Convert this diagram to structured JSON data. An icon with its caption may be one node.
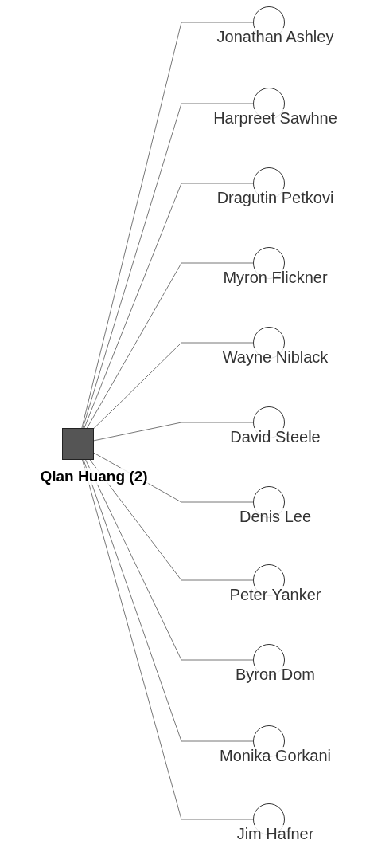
{
  "diagram": {
    "nodes": [
      {
        "text": [
          "Qian Huang (2)"
        ]
      },
      {
        "text": [
          "Jonathan Ashley"
        ]
      },
      {
        "text": [
          "Harpreet Sawhne"
        ]
      },
      {
        "text": [
          "Dragutin Petkovi"
        ]
      },
      {
        "text": [
          "Myron Flickner"
        ]
      },
      {
        "text": [
          "Wayne Niblack"
        ]
      },
      {
        "text": [
          "David Steele"
        ]
      },
      {
        "text": [
          "Denis Lee"
        ]
      },
      {
        "text": [
          "Peter Yanker"
        ]
      },
      {
        "text": [
          "Byron Dom"
        ]
      },
      {
        "text": [
          "Monika Gorkani"
        ]
      },
      {
        "text": [
          "Jim Hafner"
        ]
      }
    ],
    "edges": [
      {
        "from": 0,
        "to": 1,
        "arrow": "none"
      },
      {
        "from": 0,
        "to": 2,
        "arrow": "none"
      },
      {
        "from": 0,
        "to": 3,
        "arrow": "none"
      },
      {
        "from": 0,
        "to": 4,
        "arrow": "none"
      },
      {
        "from": 0,
        "to": 5,
        "arrow": "none"
      },
      {
        "from": 0,
        "to": 6,
        "arrow": "none"
      },
      {
        "from": 0,
        "to": 7,
        "arrow": "none"
      },
      {
        "from": 0,
        "to": 8,
        "arrow": "none"
      },
      {
        "from": 0,
        "to": 9,
        "arrow": "none"
      },
      {
        "from": 0,
        "to": 10,
        "arrow": "none"
      },
      {
        "from": 0,
        "to": 11,
        "arrow": "none"
      }
    ]
  }
}
